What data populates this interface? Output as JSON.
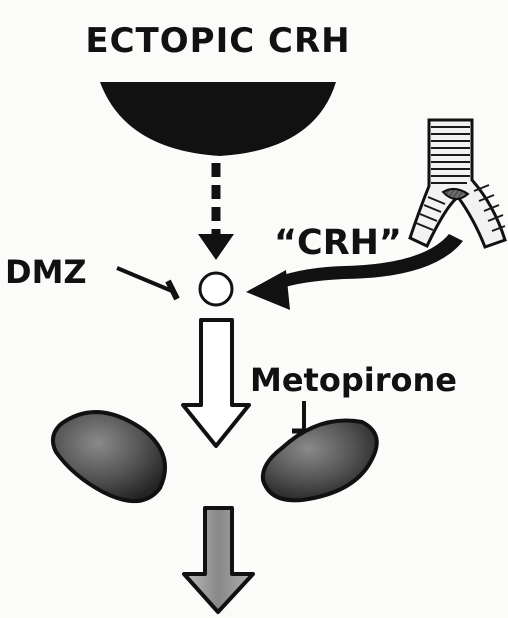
{
  "diagram": {
    "title": "ECTOPIC CRH",
    "crh_label": "“CRH”",
    "dmz_label": "DMZ",
    "metopirone_label": "Metopirone"
  }
}
